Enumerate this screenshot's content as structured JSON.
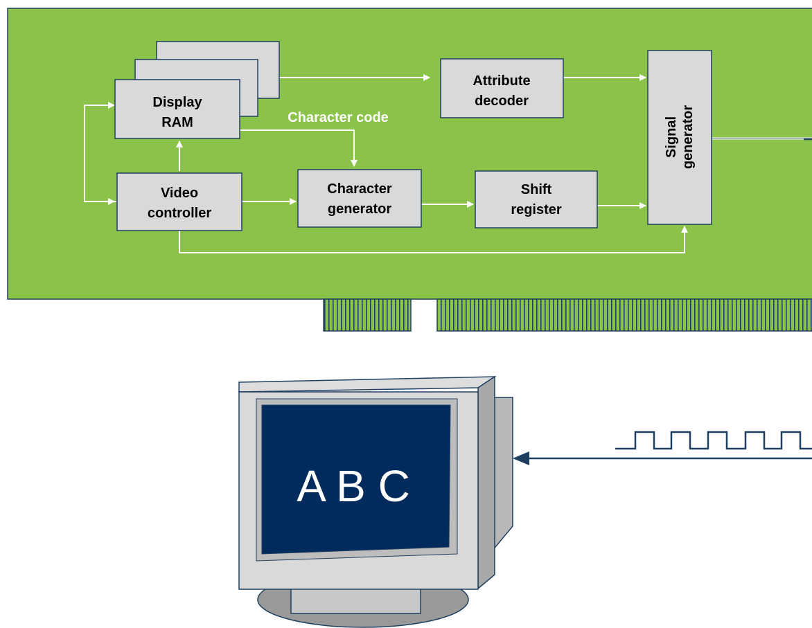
{
  "blocks": {
    "display_ram": [
      "Display",
      "RAM"
    ],
    "attribute_decoder": [
      "Attribute",
      "decoder"
    ],
    "video_controller": [
      "Video",
      "controller"
    ],
    "character_generator": [
      "Character",
      "generator"
    ],
    "shift_register": [
      "Shift",
      "register"
    ],
    "signal_generator": [
      "Signal",
      "generator"
    ]
  },
  "labels": {
    "character_code": "Character code"
  },
  "screen": {
    "text": "A B C"
  },
  "colors": {
    "board": "#8bc34a",
    "block_fill": "#d9d9d9",
    "border": "#1f3f60",
    "screen": "#002b5c",
    "connector_line": "#ffffff"
  }
}
